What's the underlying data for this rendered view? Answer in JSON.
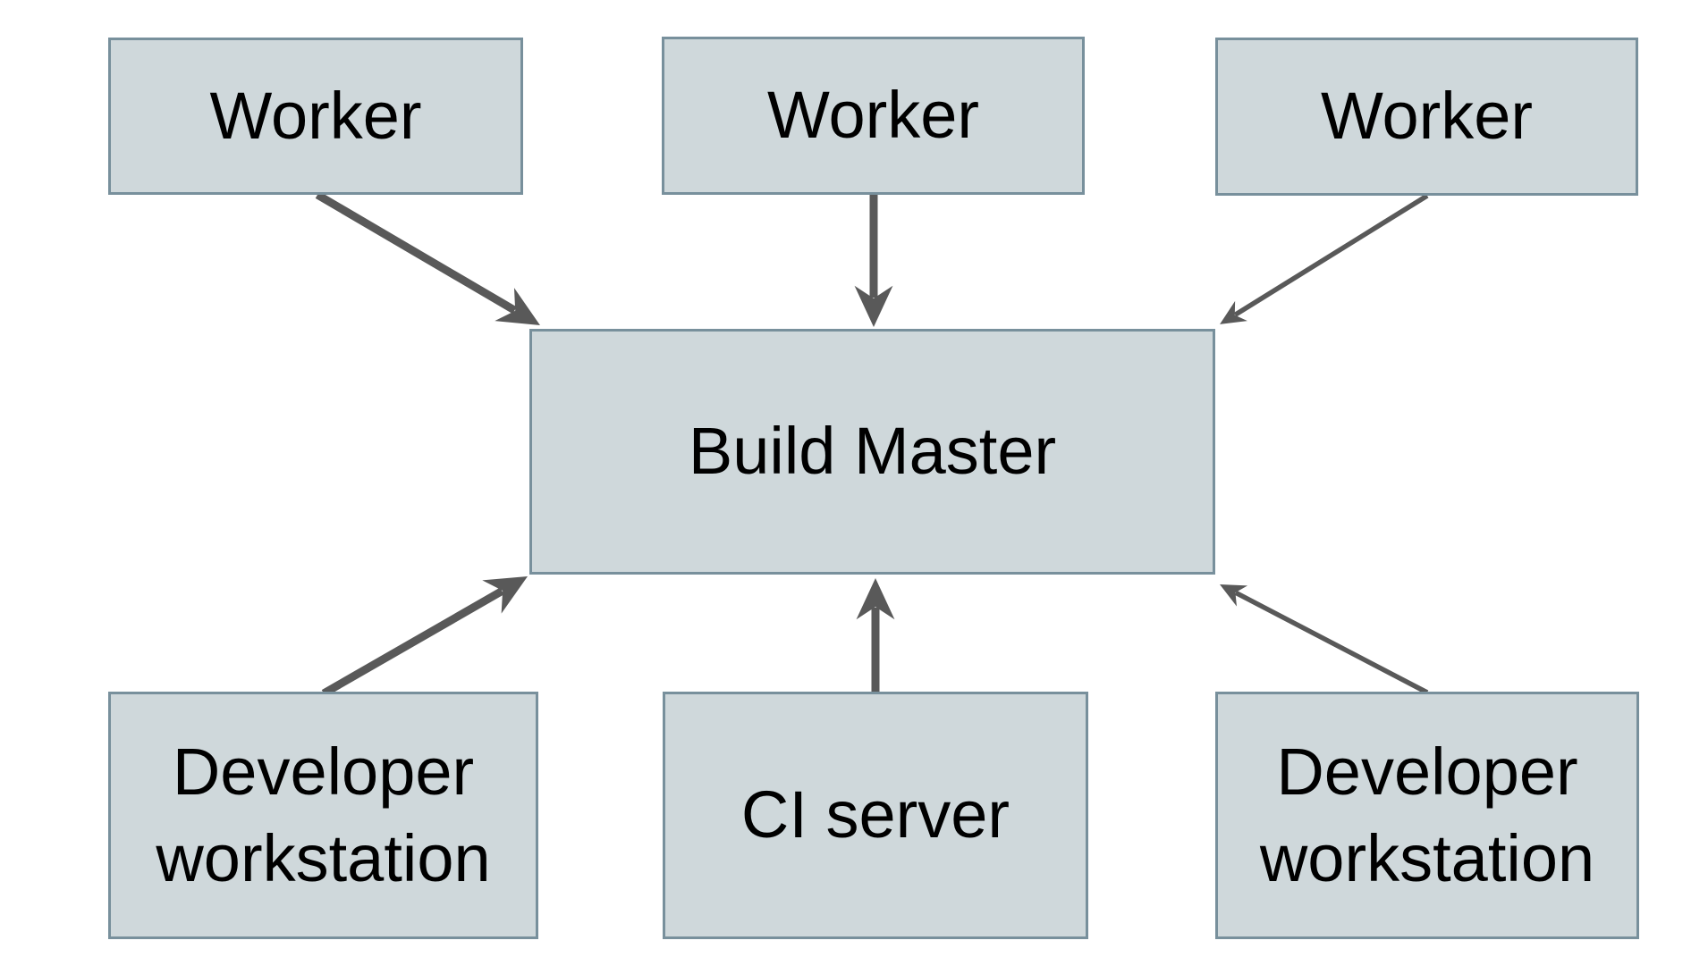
{
  "diagram": {
    "type": "architecture-diagram",
    "background": "#ffffff",
    "colors": {
      "node_fill": "#cfd8db",
      "node_border": "#78909c",
      "arrow": "#595959",
      "text": "#000000"
    },
    "nodes": [
      {
        "id": "worker-1",
        "label": "Worker",
        "row": "top"
      },
      {
        "id": "worker-2",
        "label": "Worker",
        "row": "top"
      },
      {
        "id": "worker-3",
        "label": "Worker",
        "row": "top"
      },
      {
        "id": "build-master",
        "label": "Build Master",
        "row": "middle"
      },
      {
        "id": "developer-workstation-left",
        "label": "Developer workstation",
        "row": "bottom"
      },
      {
        "id": "ci-server",
        "label": "CI server",
        "row": "bottom"
      },
      {
        "id": "developer-workstation-right",
        "label": "Developer workstation",
        "row": "bottom"
      }
    ],
    "edges": [
      {
        "from": "worker-1",
        "to": "build-master"
      },
      {
        "from": "worker-2",
        "to": "build-master"
      },
      {
        "from": "worker-3",
        "to": "build-master"
      },
      {
        "from": "developer-workstation-left",
        "to": "build-master"
      },
      {
        "from": "ci-server",
        "to": "build-master"
      },
      {
        "from": "developer-workstation-right",
        "to": "build-master"
      }
    ]
  }
}
